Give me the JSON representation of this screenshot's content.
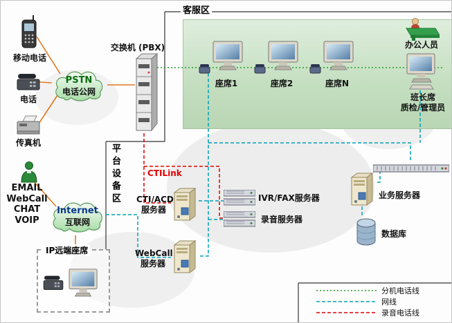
{
  "areas": {
    "service_area_label": "客服区",
    "platform_area_label": "平台设备区",
    "remote_agent_label": "IP远端座席"
  },
  "left": {
    "mobile_phone": "移动电话",
    "telephone": "电话",
    "fax": "传真机",
    "channels": [
      "EMAIL",
      "WebCall",
      "CHAT",
      "VOIP"
    ]
  },
  "clouds": {
    "pstn": {
      "title": "PSTN",
      "subtitle": "电话公网"
    },
    "internet": {
      "title": "Internet",
      "subtitle": "互联网"
    }
  },
  "pbx_label": "交换机 (PBX)",
  "agents": {
    "agent1": "座席1",
    "agent2": "座席2",
    "agentN": "座席N",
    "office_staff": "办公人员",
    "supervisor_line1": "班长席",
    "supervisor_line2": "质检/管理员"
  },
  "servers": {
    "ctilink": "CTILink",
    "cti_acd_line1": "CTI/ACD",
    "cti_acd_line2": "服务器",
    "webcall_line1": "WebCall",
    "webcall_line2": "服务器",
    "ivr_fax": "IVR/FAX服务器",
    "recording": "录音服务器",
    "business": "业务服务器",
    "database": "数据库"
  },
  "legend": {
    "items": [
      {
        "label": "分机电话线",
        "style": "green-dotted"
      },
      {
        "label": "网线",
        "style": "cyan-dashed"
      },
      {
        "label": "录音电话线",
        "style": "red-dashed"
      }
    ]
  },
  "colors": {
    "extension_line": "#1f9f1f",
    "network_line": "#00a0b8",
    "recording_line": "#e00000",
    "trunk_line": "#e07820",
    "panel_green": "#cfe3cc"
  }
}
